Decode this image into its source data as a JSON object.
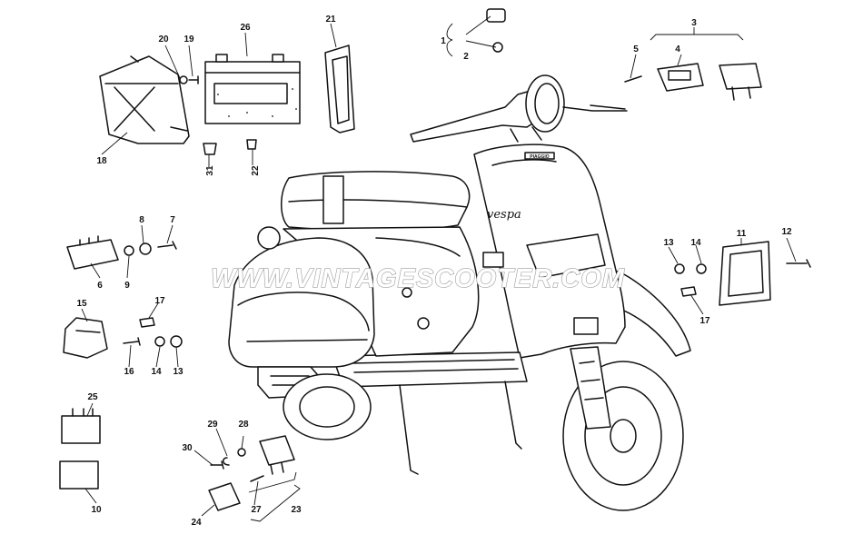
{
  "watermark": "WWW.VINTAGESCOOTER.COM",
  "scooter_brand": "vespa",
  "legshield_badge": "PIAGGIO",
  "callouts": {
    "c1": "1",
    "c2": "2",
    "c3": "3",
    "c4": "4",
    "c5": "5",
    "c6": "6",
    "c7": "7",
    "c8": "8",
    "c9": "9",
    "c10": "10",
    "c11": "11",
    "c12": "12",
    "c13a": "13",
    "c13b": "13",
    "c14a": "14",
    "c14b": "14",
    "c15": "15",
    "c16": "16",
    "c17a": "17",
    "c17b": "17",
    "c18": "18",
    "c19": "19",
    "c20": "20",
    "c21": "21",
    "c22": "22",
    "c23": "23",
    "c24": "24",
    "c25": "25",
    "c26": "26",
    "c27": "27",
    "c28": "28",
    "c29": "29",
    "c30": "30",
    "c31": "31"
  }
}
